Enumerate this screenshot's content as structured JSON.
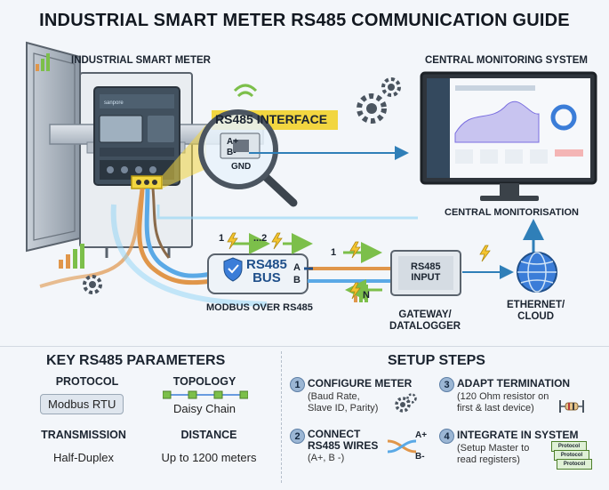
{
  "title": "INDUSTRIAL SMART METER RS485 COMMUNICATION GUIDE",
  "labels": {
    "meter": "INDUSTRIAL SMART METER",
    "monitoring": "CENTRAL MONITORING SYSTEM",
    "monitorisation": "CENTRAL MONITORISATION",
    "interface": "RS485 INTERFACE",
    "port_a": "A+",
    "port_b": "B-",
    "port_gnd": "GND",
    "meter_brand": "sanpore",
    "bus_name": "RS485\nBUS",
    "bus_a": "A",
    "bus_b": "B",
    "modbus": "MODBUS OVER RS485",
    "gateway_box": "RS485\nINPUT",
    "gateway": "GATEWAY/\nDATALOGGER",
    "ethernet": "ETHERNET/\nCLOUD",
    "seq_1": "1",
    "seq_dots": "...2",
    "seq_1b": "1",
    "seq_n": "N"
  },
  "params": {
    "heading": "KEY RS485 PARAMETERS",
    "protocol_label": "PROTOCOL",
    "protocol_value": "Modbus RTU",
    "topology_label": "TOPOLOGY",
    "topology_value": "Daisy Chain",
    "transmission_label": "TRANSMISSION",
    "transmission_value": "Half-Duplex",
    "distance_label": "DISTANCE",
    "distance_value": "Up to 1200 meters"
  },
  "steps": {
    "heading": "SETUP STEPS",
    "items": [
      {
        "num": "1",
        "title": "CONFIGURE METER",
        "desc": "(Baud Rate,\nSlave ID, Parity)"
      },
      {
        "num": "2",
        "title": "CONNECT\nRS485 WIRES",
        "desc": "(A+, B -)"
      },
      {
        "num": "3",
        "title": "ADAPT TERMINATION",
        "desc": "(120 Ohm resistor on\nfirst & last device)"
      },
      {
        "num": "4",
        "title": "INTEGRATE IN SYSTEM",
        "desc": "(Setup Master to\nread registers)"
      }
    ],
    "wire_a": "A+",
    "wire_b": "B-",
    "protocol_stack": [
      "Protocol",
      "Protocol",
      "Protocol"
    ]
  },
  "colors": {
    "accent_yellow": "#f2d640",
    "bus_blue": "#1f4f8a",
    "wire_orange": "#e0964a",
    "wire_blue": "#5aa9e6",
    "arrow_green": "#8fcf5a",
    "lightning": "#f4c430"
  }
}
